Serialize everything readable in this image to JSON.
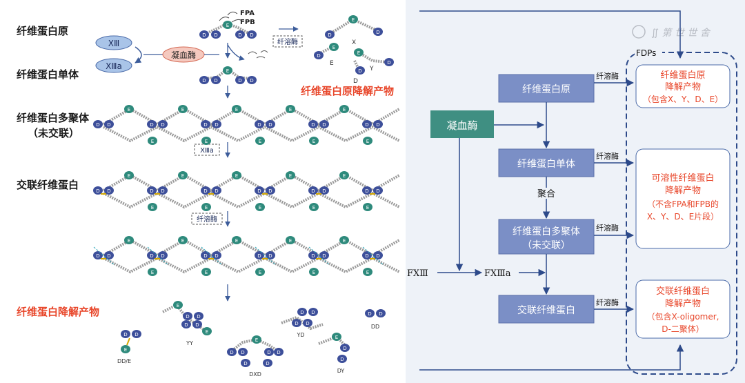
{
  "left_panel": {
    "stage_labels": [
      "纤维蛋白原",
      "纤维蛋白单体",
      "纤维蛋白多聚体",
      "（未交联）",
      "交联纤维蛋白"
    ],
    "products_label": "纤维蛋白降解产物",
    "fibrinogen_products_label": "纤维蛋白原降解产物",
    "factor_xiii": "XⅢ",
    "factor_xiiia": "XⅢa",
    "thrombin": "凝血酶",
    "fpa": "FPA",
    "fpb": "FPB",
    "plasmin_box_1": "纤溶酶",
    "xiiia_box": "XⅢa",
    "plasmin_box_2": "纤溶酶",
    "domain_d": "D",
    "domain_e": "E",
    "frag_x": "X",
    "frag_y": "Y",
    "frag_e": "E",
    "frag_d": "D",
    "product_labels": [
      "DD/E",
      "YY",
      "DXD",
      "YD",
      "DY",
      "DD"
    ]
  },
  "right_panel": {
    "watermark": "∬ 第 世 世 舍",
    "fdps_label": "FDPs",
    "thrombin_box": "凝血酶",
    "fibrinogen_box": "纤维蛋白原",
    "monomer_box": "纤维蛋白单体",
    "polymer_box_line1": "纤维蛋白多聚体",
    "polymer_box_line2": "（未交联）",
    "crosslinked_box": "交联纤维蛋白",
    "polymerize_label": "聚合",
    "fxiii": "FXⅢ",
    "fxiiia": "FXⅢa",
    "plasmin_labels": [
      "纤溶酶",
      "纤溶酶",
      "纤溶酶",
      "纤溶酶"
    ],
    "product_boxes": [
      {
        "lines": [
          "纤维蛋白原",
          "降解产物",
          "（包含X、Y、D、E）"
        ]
      },
      {
        "lines": [
          "可溶性纤维蛋白",
          "降解产物",
          "（不含FPA和FPB的",
          "X、Y、D、E片段）"
        ]
      },
      {
        "lines": [
          "交联纤维蛋白",
          "降解产物",
          "（包含X-oligomer,",
          "D-二聚体）"
        ]
      }
    ]
  },
  "colors": {
    "domain_d": "#3d4f9a",
    "domain_e": "#2e8a7c",
    "chain": "#9a9a9a",
    "red_text": "#e8462a",
    "box_fill": "#7b8fc6",
    "thrombin_fill": "#3f8f82",
    "right_bg": "#eef2f8",
    "arrow": "#2d4a8a"
  }
}
